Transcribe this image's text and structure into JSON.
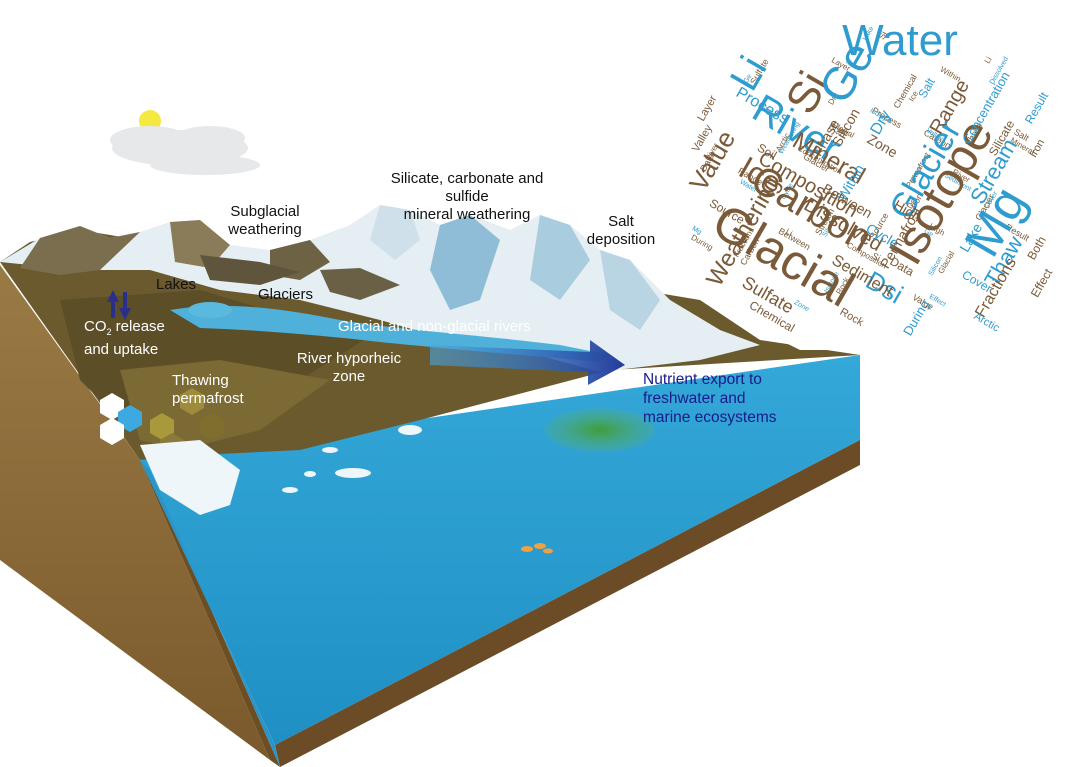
{
  "labels": {
    "mineral_weathering": "Silicate, carbonate and sulfide\nmineral weathering",
    "subglacial": "Subglacial\nweathering",
    "salt": "Salt\ndeposition",
    "lakes": "Lakes",
    "glaciers": "Glaciers",
    "co2_prefix": "CO",
    "co2_sub": "2",
    "co2_suffix": " release",
    "co2_line2": "and uptake",
    "rivers": "Glacial and non-glacial rivers",
    "hyporheic": "River hyporheic\nzone",
    "permafrost": "Thawing\npermafrost",
    "nutrient": "Nutrient export to\nfreshwater and\nmarine ecosystems"
  },
  "colors": {
    "water_top": "#5fb8dc",
    "water_front": "#2a9fd0",
    "soil": "#8c6a3a",
    "land": "#6b5a2e",
    "arrow": "#2a3f9e",
    "wordcloud_blue": "#2f9ccf",
    "wordcloud_brown": "#7a5a38"
  },
  "word_cloud": {
    "major": [
      "Water",
      "Li",
      "Si",
      "Ge",
      "River",
      "Carbon",
      "Isotope",
      "Glacial",
      "Glacier",
      "Mg",
      "Ice",
      "Value",
      "Weathering",
      "Mineral",
      "Stream",
      "Thaw",
      "Dsi",
      "Range",
      "Dissolved",
      "Composition",
      "Sulfate",
      "Sediment",
      "Fractions",
      "Process",
      "Silicon",
      "Concentration",
      "Phase",
      "Zone",
      "Dry",
      "Result",
      "Cycle",
      "Within",
      "Source",
      "Soil",
      "Permafrost",
      "Between",
      "Lake",
      "High",
      "Data",
      "Valley",
      "Rock",
      "Both",
      "Cover",
      "During",
      "Chemical",
      "Effect",
      "Arctic",
      "Salt",
      "Silicate",
      "Layer",
      "Iron"
    ]
  }
}
